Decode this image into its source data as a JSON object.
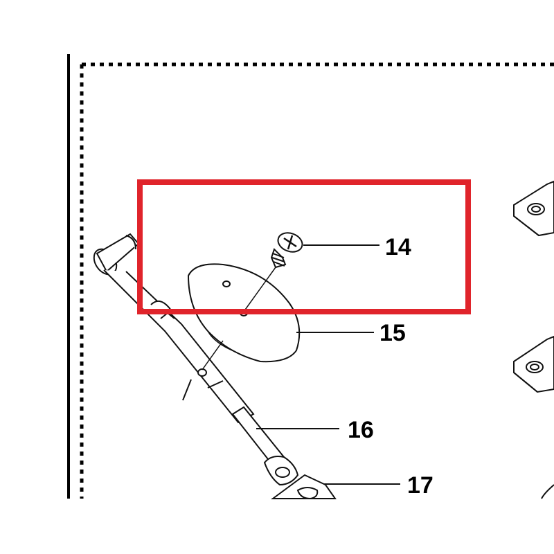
{
  "diagram": {
    "parts": [
      {
        "id": "screw",
        "callout": "14"
      },
      {
        "id": "plate",
        "callout": "15"
      },
      {
        "id": "shaft",
        "callout": "16"
      },
      {
        "id": "bracket",
        "callout": "17"
      }
    ],
    "highlight_color": "#e0242b",
    "line_color": "#111111"
  }
}
